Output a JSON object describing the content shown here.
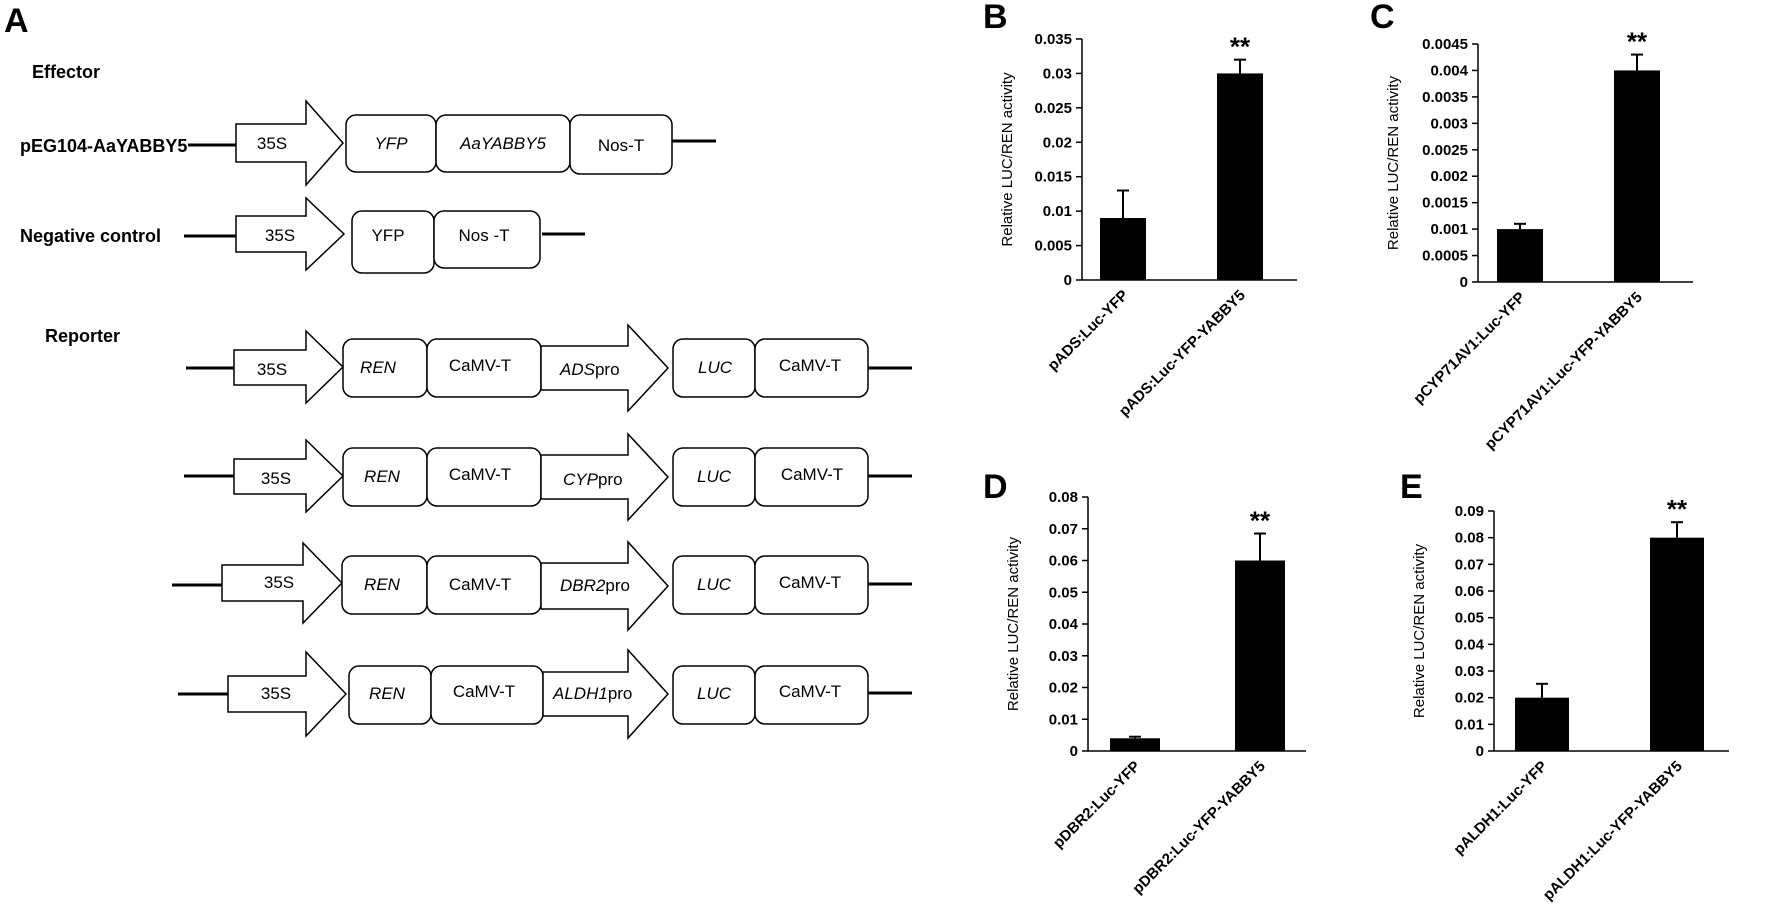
{
  "panelA": {
    "letter": "A",
    "effector_label": "Effector",
    "reporter_label": "Reporter",
    "constructs": [
      {
        "name": "pEG104-AaYABBY5",
        "promoter": "35S",
        "parts": [
          {
            "text": "YFP",
            "italic": true
          },
          {
            "text": "AaYABBY5",
            "italic": true
          },
          {
            "text": "Nos-T",
            "italic": false
          }
        ]
      },
      {
        "name": "Negative control",
        "promoter": "35S",
        "parts": [
          {
            "text": "YFP",
            "italic": false
          },
          {
            "text": "Nos -T",
            "italic": false
          }
        ]
      },
      {
        "name": "",
        "promoter": "35S",
        "parts": [
          {
            "text": "REN",
            "italic": true
          },
          {
            "text": "CaMV-T",
            "italic": false
          }
        ],
        "arrow": {
          "italic": "ADS",
          "plain": "pro"
        },
        "parts2": [
          {
            "text": "LUC",
            "italic": true
          },
          {
            "text": "CaMV-T",
            "italic": false
          }
        ]
      },
      {
        "name": "",
        "promoter": "35S",
        "parts": [
          {
            "text": "REN",
            "italic": true
          },
          {
            "text": "CaMV-T",
            "italic": false
          }
        ],
        "arrow": {
          "italic": "CYP",
          "plain": "pro"
        },
        "parts2": [
          {
            "text": "LUC",
            "italic": true
          },
          {
            "text": "CaMV-T",
            "italic": false
          }
        ]
      },
      {
        "name": "",
        "promoter": "35S",
        "parts": [
          {
            "text": "REN",
            "italic": true
          },
          {
            "text": "CaMV-T",
            "italic": false
          }
        ],
        "arrow": {
          "italic": "DBR2",
          "plain": "pro"
        },
        "parts2": [
          {
            "text": "LUC",
            "italic": true
          },
          {
            "text": "CaMV-T",
            "italic": false
          }
        ]
      },
      {
        "name": "",
        "promoter": "35S",
        "parts": [
          {
            "text": "REN",
            "italic": true
          },
          {
            "text": "CaMV-T",
            "italic": false
          }
        ],
        "arrow": {
          "italic": "ALDH1",
          "plain": "pro"
        },
        "parts2": [
          {
            "text": "LUC",
            "italic": true
          },
          {
            "text": "CaMV-T",
            "italic": false
          }
        ]
      }
    ]
  },
  "chart_data": [
    {
      "letter": "B",
      "type": "bar",
      "ylabel": "Relative LUC/REN activity",
      "categories": [
        "pADS:Luc-YFP",
        "pADS:Luc-YFP-YABBY5"
      ],
      "values": [
        0.009,
        0.03
      ],
      "errors": [
        0.004,
        0.002
      ],
      "significance": [
        "",
        "**"
      ],
      "ylim": [
        0,
        0.035
      ],
      "ticks": [
        "0",
        "0.005",
        "0.01",
        "0.015",
        "0.02",
        "0.025",
        "0.03",
        "0.035"
      ],
      "tick_values": [
        0,
        0.005,
        0.01,
        0.015,
        0.02,
        0.025,
        0.03,
        0.035
      ]
    },
    {
      "letter": "C",
      "type": "bar",
      "ylabel": "Relative LUC/REN activity",
      "categories": [
        "pCYP71AV1:Luc-YFP",
        "pCYP71AV1:Luc-YFP-YABBY5"
      ],
      "values": [
        0.001,
        0.004
      ],
      "errors": [
        0.0001,
        0.0003
      ],
      "significance": [
        "",
        "**"
      ],
      "ylim": [
        0,
        0.0045
      ],
      "ticks": [
        "0",
        "0.0005",
        "0.001",
        "0.0015",
        "0.002",
        "0.0025",
        "0.003",
        "0.0035",
        "0.004",
        "0.0045"
      ],
      "tick_values": [
        0,
        0.0005,
        0.001,
        0.0015,
        0.002,
        0.0025,
        0.003,
        0.0035,
        0.004,
        0.0045
      ]
    },
    {
      "letter": "D",
      "type": "bar",
      "ylabel": "Relative LUC/REN activity",
      "categories": [
        "pDBR2:Luc-YFP",
        "pDBR2:Luc-YFP-YABBY5"
      ],
      "values": [
        0.004,
        0.06
      ],
      "errors": [
        0.0005,
        0.0085
      ],
      "significance": [
        "",
        "**"
      ],
      "ylim": [
        0,
        0.08
      ],
      "ticks": [
        "0",
        "0.01",
        "0.02",
        "0.03",
        "0.04",
        "0.05",
        "0.06",
        "0.07",
        "0.08"
      ],
      "tick_values": [
        0,
        0.01,
        0.02,
        0.03,
        0.04,
        0.05,
        0.06,
        0.07,
        0.08
      ]
    },
    {
      "letter": "E",
      "type": "bar",
      "ylabel": "Relative LUC/REN activity",
      "categories": [
        "pALDH1:Luc-YFP",
        "pALDH1:Luc-YFP-YABBY5"
      ],
      "values": [
        0.02,
        0.08
      ],
      "errors": [
        0.0052,
        0.0058
      ],
      "significance": [
        "",
        "**"
      ],
      "ylim": [
        0,
        0.09
      ],
      "ticks": [
        "0",
        "0.01",
        "0.02",
        "0.03",
        "0.04",
        "0.05",
        "0.06",
        "0.07",
        "0.08",
        "0.09"
      ],
      "tick_values": [
        0,
        0.01,
        0.02,
        0.03,
        0.04,
        0.05,
        0.06,
        0.07,
        0.08,
        0.09
      ]
    }
  ]
}
